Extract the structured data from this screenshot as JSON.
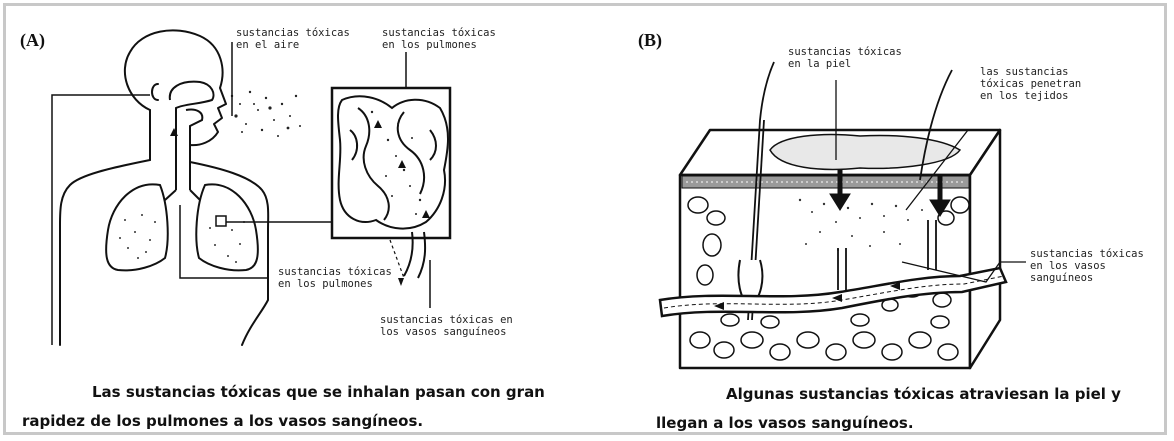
{
  "panel_a": {
    "letter": "(A)",
    "labels": {
      "air": "sustancias tóxicas\nen el aire",
      "lungs_top": "sustancias tóxicas\nen los pulmones",
      "lungs_mid": "sustancias tóxicas\nen los pulmones",
      "vessels": "sustancias tóxicas en\nlos vasos sanguíneos"
    },
    "caption_line1": "Las sustancias tóxicas que se inhalan pasan con gran",
    "caption_line2": "rapidez de los pulmones a los vasos sangíneos."
  },
  "panel_b": {
    "letter": "(B)",
    "labels": {
      "skin": "sustancias tóxicas\nen la piel",
      "tissues": "las sustancias\ntóxicas penetran\nen los tejidos",
      "vessels": "sustancias tóxicas\nen los vasos\nsanguíneos"
    },
    "caption_line1": "Algunas sustancias tóxicas atraviesan la piel y",
    "caption_line2": "llegan a los vasos sanguíneos."
  }
}
